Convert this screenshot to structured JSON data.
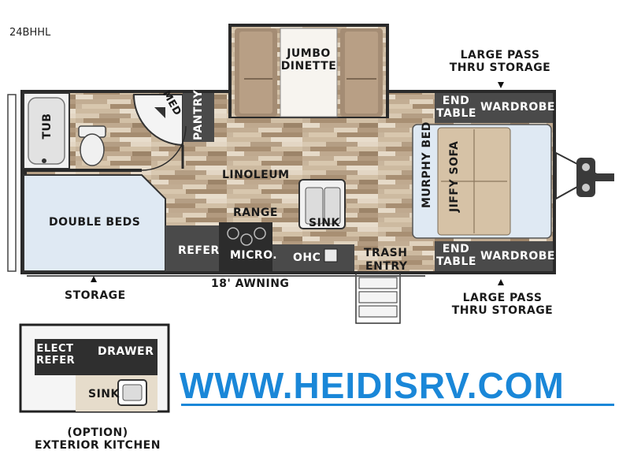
{
  "model": "24BHHL",
  "floorplan": {
    "rooms": {
      "tub": "TUB",
      "med": "MED",
      "pantry": "PANTRY",
      "jumbo_dinette": [
        "JUMBO",
        "DINETTE"
      ],
      "linoleum": "LINOLEUM",
      "double_beds": "DOUBLE BEDS",
      "range": "RANGE",
      "sink": "SINK",
      "refer": "REFER",
      "micro": "MICRO.",
      "ohc": "OHC",
      "trash": "TRASH",
      "entry": "ENTRY",
      "murphy_bed": "MURPHY BED",
      "jiffy_sofa": "JIFFY SOFA",
      "end_table_top": [
        "END",
        "TABLE"
      ],
      "end_table_bottom": [
        "END",
        "TABLE"
      ],
      "wardrobe_top": "WARDROBE",
      "wardrobe_bottom": "WARDROBE"
    },
    "callouts": {
      "storage_top_right": [
        "LARGE PASS",
        "THRU STORAGE"
      ],
      "storage_bottom_right": [
        "LARGE PASS",
        "THRU STORAGE"
      ],
      "storage_bottom_left": "STORAGE",
      "awning": "18' AWNING"
    }
  },
  "exterior_kitchen": {
    "elect_refer": [
      "ELECT",
      "REFER"
    ],
    "drawer": "DRAWER",
    "sink": "SINK",
    "caption": [
      "(OPTION)",
      "EXTERIOR KITCHEN"
    ]
  },
  "website": "WWW.HEIDISRV.COM",
  "colors": {
    "wall": "#222222",
    "cabinet": "#4a4a4a",
    "bed_blue": "#dfe9f3",
    "sofa_tan": "#d6c2a6",
    "dinette_brown": "#a48c74",
    "website_blue": "#1a87d8"
  }
}
